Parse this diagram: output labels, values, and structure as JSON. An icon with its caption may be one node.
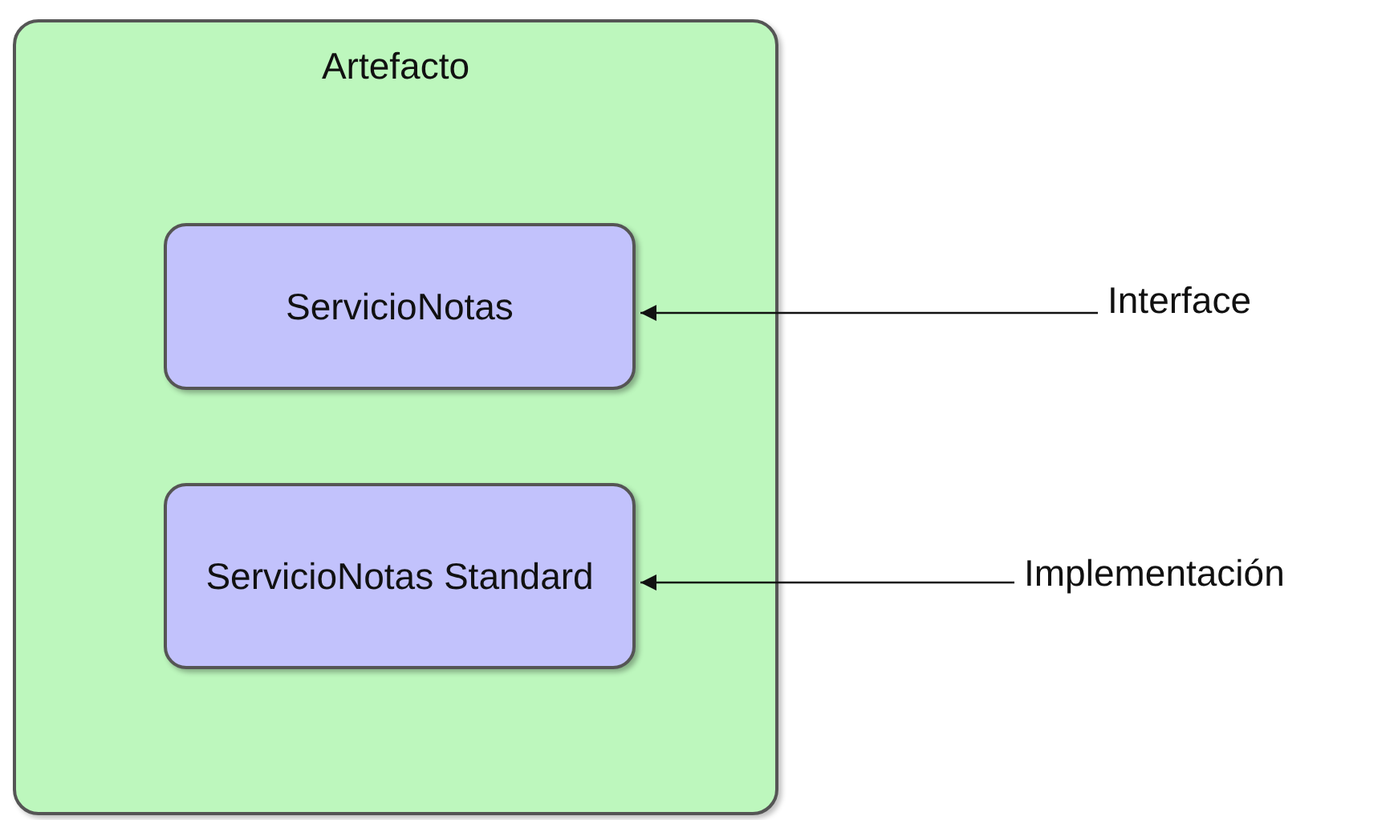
{
  "diagram": {
    "nodes": [
      {
        "text": [
          "Artefacto"
        ]
      },
      {
        "text": [
          "ServicioNotas"
        ],
        "in": 0
      },
      {
        "text": [
          "ServicioNotas Standard"
        ],
        "in": 0
      },
      {
        "text": [
          "Interface"
        ]
      },
      {
        "text": [
          "Implementación"
        ]
      }
    ],
    "edges": [
      {
        "from": 3,
        "to": 1,
        "arrow": "to"
      },
      {
        "from": 4,
        "to": 2,
        "arrow": "to"
      }
    ]
  }
}
